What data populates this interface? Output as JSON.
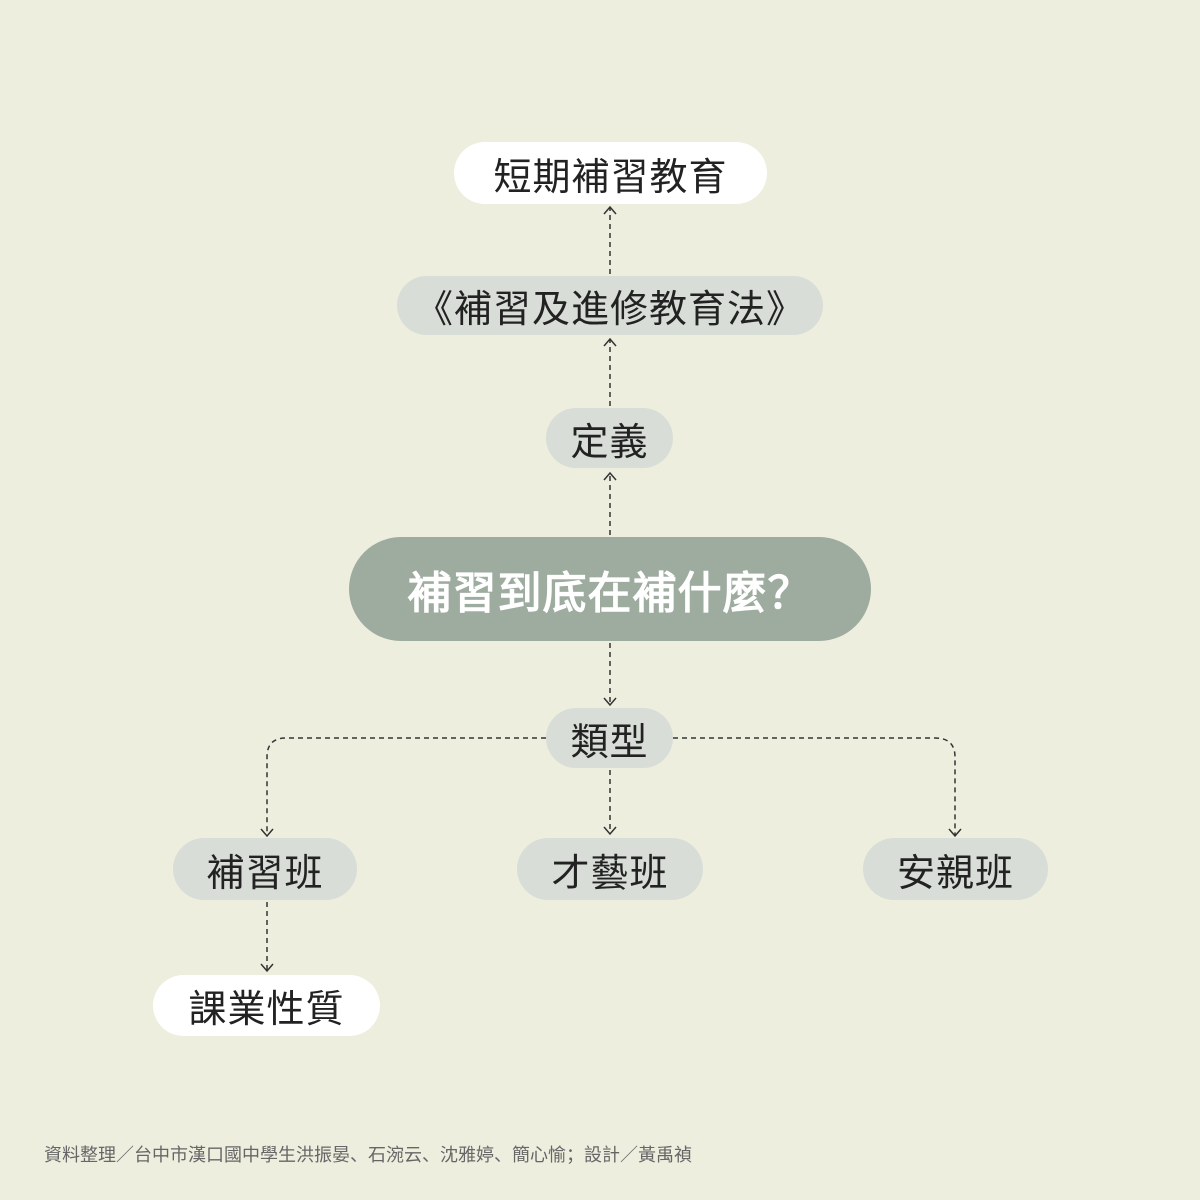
{
  "nodes": {
    "short_term": "短期補習教育",
    "law": "《補習及進修教育法》",
    "definition": "定義",
    "main_question": "補習到底在補什麼？",
    "types": "類型",
    "cram_school": "補習班",
    "talent_class": "才藝班",
    "after_school_care": "安親班",
    "academic": "課業性質"
  },
  "credit": "資料整理／台中市漢口國中學生洪振晏、石涴云、沈雅婷、簡心愉；設計／黃禹禎",
  "colors": {
    "background": "#eeeedf",
    "main": "#9eab9f",
    "pill": "#d8ddd8",
    "white": "#ffffff"
  }
}
